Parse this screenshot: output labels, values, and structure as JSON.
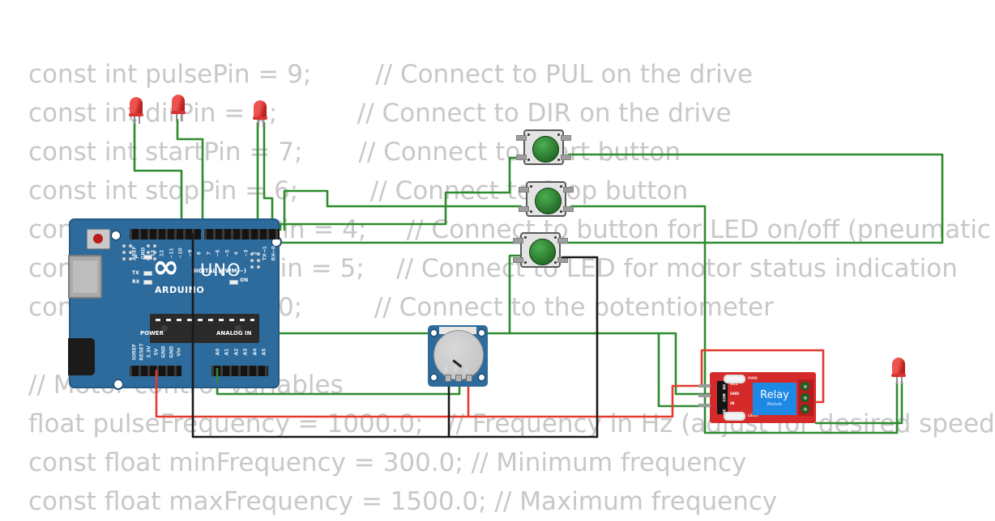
{
  "code_lines": [
    "const int pulsePin = 9;        // Connect to PUL on the drive",
    "const int dirPin = 8;          // Connect to DIR on the drive",
    "const int startPin = 7;       // Connect to Start button",
    "const int stopPin = 6;         // Connect to Stop button",
    "const int ledButtonPin = 4;     // Connect to button for LED on/off (pneumatic",
    "const int motorLedPin = 5;    // Connect to LED for motor status indication",
    "const int potPin = A0;         // Connect to the potentiometer",
    "// Motor control variables",
    "float pulseFrequency = 1000.0;   // Frequency in Hz (adjust for desired speed",
    "const float minFrequency = 300.0; // Minimum frequency",
    "const float maxFrequency = 1500.0; // Maximum frequency"
  ],
  "arduino": {
    "brand": "ARDUINO",
    "model": "UNO",
    "logo_glyph": "∞",
    "digital_label": "DIGITAL (PWM ~)",
    "power_label": "POWER",
    "analog_label": "ANALOG IN",
    "on_label": "ON",
    "top_pins_left": [
      "AREF",
      "GND",
      "13",
      "12",
      "~11",
      "~10",
      "~9",
      "8"
    ],
    "top_pins_right": [
      "7",
      "~6",
      "~5",
      "4",
      "~3",
      "2",
      "TX→1",
      "RX←0"
    ],
    "bottom_pins_power": [
      "IOREF",
      "RESET",
      "3.3V",
      "5V",
      "GND",
      "GND",
      "Vin"
    ],
    "bottom_pins_analog": [
      "A0",
      "A1",
      "A2",
      "A3",
      "A4",
      "A5"
    ],
    "status_led_labels": [
      "L",
      "TX",
      "RX"
    ]
  },
  "relay": {
    "title": "Relay",
    "subtitle": "Module",
    "pin_labels": [
      "VCC",
      "GND",
      "IN"
    ],
    "pwr_label": "PWR",
    "led_label": "LED1",
    "terminal_labels": [
      "NO",
      "COM",
      "NC"
    ]
  },
  "potentiometer": {
    "pin_labels": [
      "GND",
      "SIG",
      "VCC"
    ]
  },
  "colors": {
    "background": "#ffffff",
    "code_text": "#c8c8c8",
    "wire_green": "#2e8b2e",
    "wire_red": "#e23b2e",
    "wire_black": "#1a1a1a",
    "board_blue": "#2d6b9d",
    "relay_red": "#d42a2a",
    "relay_blue": "#1e88e5",
    "button_green": "#2e7d32",
    "led_red": "#ef5350"
  }
}
